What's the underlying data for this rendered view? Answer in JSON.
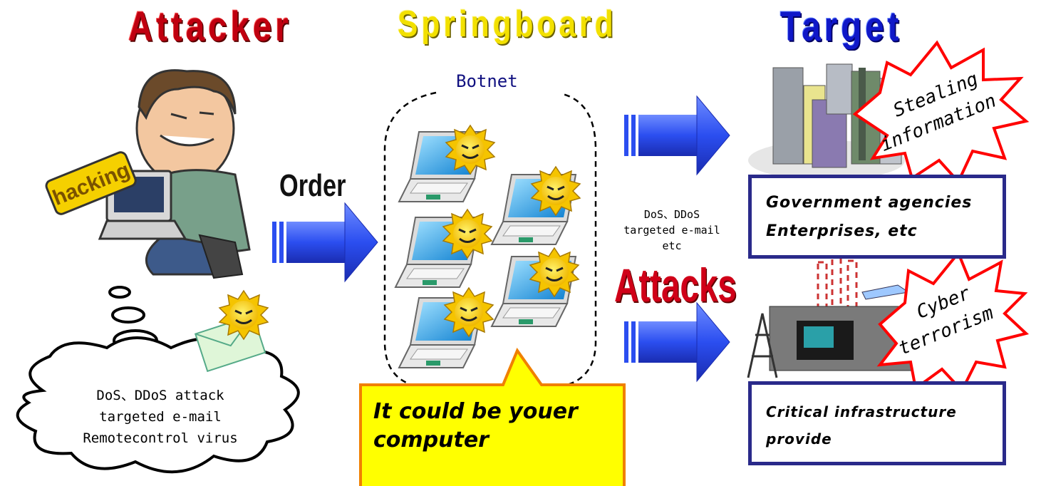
{
  "headings": {
    "attacker": "Attacker",
    "springboard": "Springboard",
    "target": "Target"
  },
  "botnet_label": "Botnet",
  "order_label": "Order",
  "attacks_label": "Attacks",
  "attacks_methods": [
    "DoS、DDoS",
    "targeted e-mail",
    "etc"
  ],
  "attacker_sign": "hacking",
  "cloud_lines": [
    "DoS、DDoS attack",
    "targeted e-mail",
    "Remotecontrol virus"
  ],
  "callout": {
    "line1": "It could be youer",
    "line2": "computer"
  },
  "targets": {
    "gov": {
      "line1": "Government  agencies",
      "line2": "Enterprises, etc",
      "burst": [
        "Stealing",
        "information"
      ]
    },
    "critical": {
      "line1": "Critical infrastructure",
      "line2": "provide",
      "burst": [
        "Cyber",
        "terrorism"
      ]
    }
  },
  "colors": {
    "attacker_red": "#c00010",
    "springboard_yellow": "#f2e000",
    "target_blue": "#1018c8",
    "arrow_blue": "#2b4ef0",
    "box_border": "#2a2a8a",
    "callout_fill": "#ffff00",
    "callout_border": "#f08000",
    "burst_border": "#ff0000"
  },
  "icons": [
    "laptop-icon",
    "virus-sun-icon",
    "email-icon",
    "hacker-illustration",
    "city-buildings-illustration",
    "infrastructure-illustration",
    "airplane-icon"
  ]
}
